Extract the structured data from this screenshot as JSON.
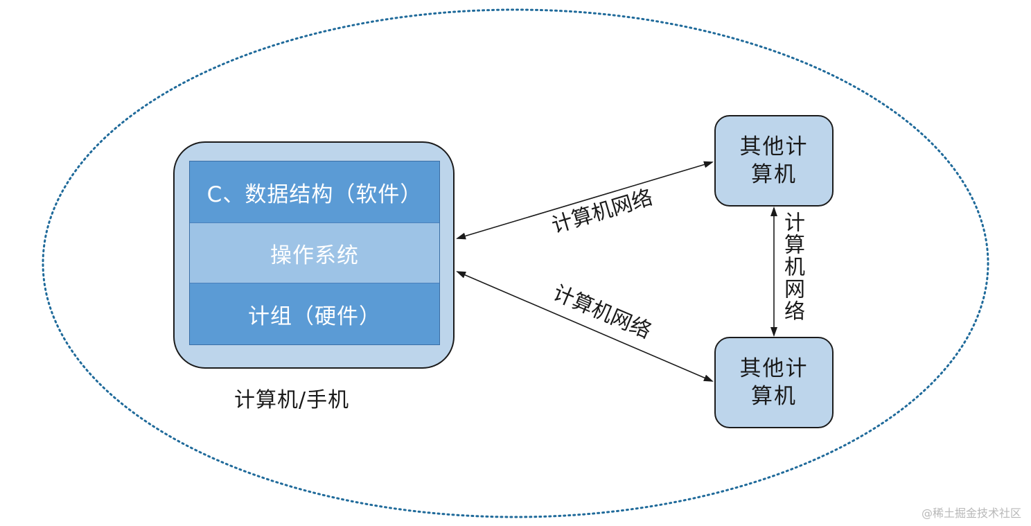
{
  "device": {
    "layers": [
      "C、数据结构（软件）",
      "操作系统",
      "计组（硬件）"
    ],
    "caption": "计算机/手机"
  },
  "nodes": {
    "top_label": "其他计\n算机",
    "bottom_label": "其他计\n算机"
  },
  "links": {
    "top_label": "计算机网络",
    "bottom_label": "计算机网络",
    "vertical_label": "计算机网络"
  },
  "watermark": "@稀土掘金技术社区",
  "colors": {
    "layer_dark": "#5b9bd5",
    "layer_light": "#9dc3e6",
    "box_fill": "#bdd5eb",
    "ellipse_stroke": "#1f6a9a"
  }
}
